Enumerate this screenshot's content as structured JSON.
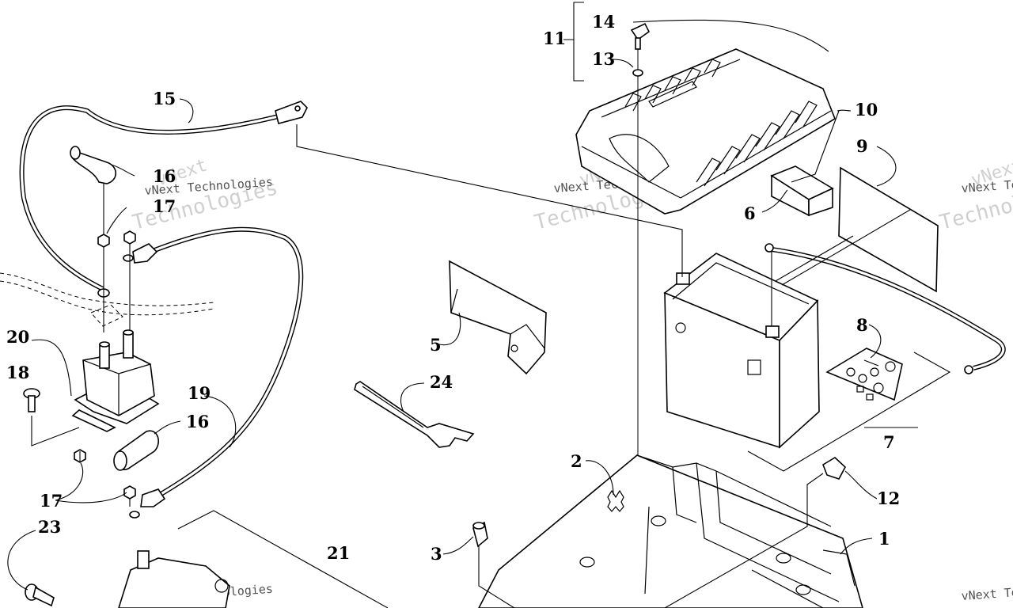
{
  "diagram": {
    "callouts": {
      "c1": "1",
      "c2": "2",
      "c3": "3",
      "c5": "5",
      "c6": "6",
      "c7": "7",
      "c8": "8",
      "c9": "9",
      "c10": "10",
      "c11": "11",
      "c12": "12",
      "c13": "13",
      "c14": "14",
      "c15": "15",
      "c16a": "16",
      "c16b": "16",
      "c17a": "17",
      "c17b": "17",
      "c18": "18",
      "c19": "19",
      "c20": "20",
      "c21": "21",
      "c23": "23",
      "c24": "24"
    },
    "watermark": {
      "brand": "vNext",
      "line": "vNext Technologies",
      "word": "Technologies"
    }
  }
}
